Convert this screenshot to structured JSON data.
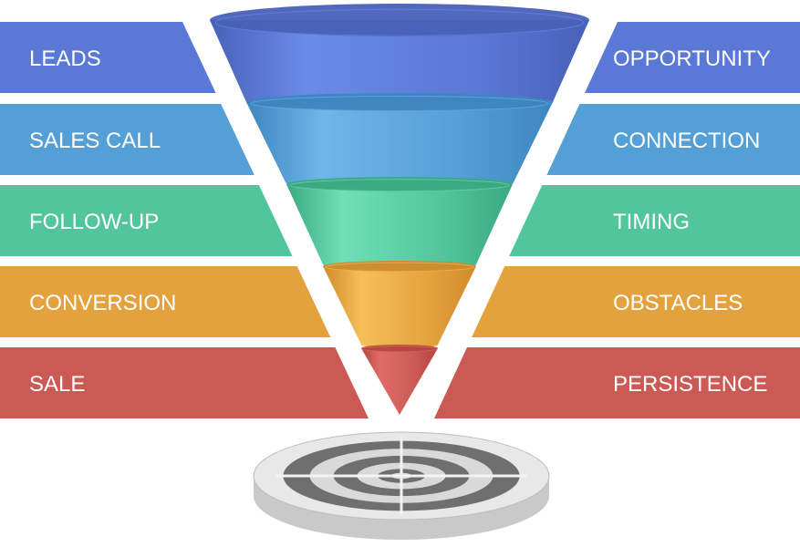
{
  "stages": [
    {
      "left": "LEADS",
      "right": "OPPORTUNITY",
      "color": "#5a78d6",
      "colorDark": "#4861b8",
      "colorLight": "#6a8be8"
    },
    {
      "left": "SALES CALL",
      "right": "CONNECTION",
      "color": "#539fd6",
      "colorDark": "#3e86bf",
      "colorLight": "#6fb6ea"
    },
    {
      "left": "FOLLOW-UP",
      "right": "TIMING",
      "color": "#52c59a",
      "colorDark": "#3aa980",
      "colorLight": "#6fe0b5"
    },
    {
      "left": "CONVERSION",
      "right": "OBSTACLES",
      "color": "#e4a23e",
      "colorDark": "#cf8b2a",
      "colorLight": "#f6be5a"
    },
    {
      "left": "SALE",
      "right": "PERSISTENCE",
      "color": "#cb5a55",
      "colorDark": "#b54540",
      "colorLight": "#e06c66"
    }
  ],
  "target": {
    "ringDark": "#6f6f6f",
    "ringLight": "#d9d9d9",
    "base": "#e8e8e8"
  }
}
